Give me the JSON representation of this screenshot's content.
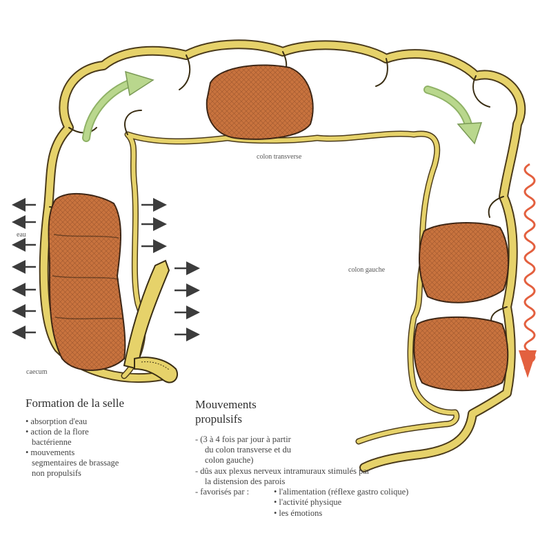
{
  "labels": {
    "colon_transverse": "colon transverse",
    "colon_gauche": "colon gauche",
    "eau": "eau",
    "caecum": "caecum"
  },
  "formation": {
    "title": "Formation de la selle",
    "items": [
      [
        "absorption d'eau"
      ],
      [
        "action de la flore",
        "bactérienne"
      ],
      [
        "mouvements",
        "segmentaires de brassage",
        "non propulsifs"
      ]
    ]
  },
  "mouvements": {
    "title": [
      "Mouvements",
      "propulsifs"
    ],
    "lines": [
      "(3 à 4 fois par jour à partir",
      "du colon transverse et du",
      "colon gauche)",
      "dûs aux plexus nerveux intramuraux stimulés par",
      "la distension des parois",
      "favorisés par :"
    ],
    "favorises": [
      "l'alimentation (réflexe gastro colique)",
      "l'activité physique",
      "les émotions"
    ]
  },
  "colors": {
    "colon_wall": "#e6d26a",
    "stool": "#c8733e",
    "stool_dark": "#8a4a24",
    "green_arrow": "#a8c878",
    "wave_arrow": "#e3603f",
    "small_arrow": "#3c3c3c"
  }
}
